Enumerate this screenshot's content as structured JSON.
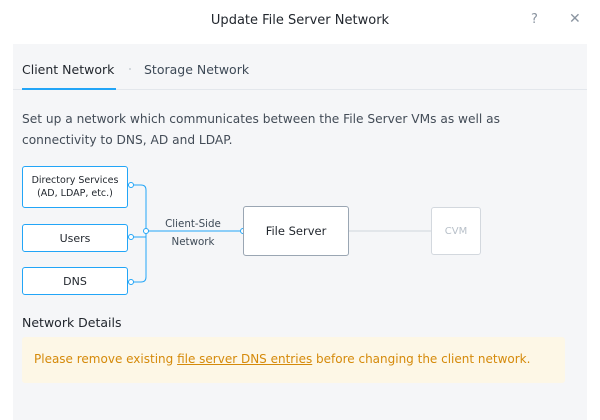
{
  "dialog": {
    "title": "Update File Server Network",
    "help_label": "?",
    "close_label": "✕"
  },
  "tabs": [
    {
      "label": "Client Network",
      "active": true
    },
    {
      "label": "Storage Network",
      "active": false
    }
  ],
  "description": "Set up a network which communicates between the File Server VMs as well as connectivity to DNS, AD and LDAP.",
  "diagram": {
    "services": [
      {
        "line1": "Directory Services",
        "line2": "(AD, LDAP, etc.)"
      },
      {
        "label": "Users"
      },
      {
        "label": "DNS"
      }
    ],
    "network_label_line1": "Client-Side",
    "network_label_line2": "Network",
    "file_server_label": "File Server",
    "cvm_label": "CVM"
  },
  "network_details": {
    "heading": "Network Details",
    "warning_prefix": "Please remove existing ",
    "warning_link": "file server DNS entries",
    "warning_suffix": " before changing the client network."
  },
  "colors": {
    "accent": "#22a5f7",
    "warning_text": "#d58a0a",
    "warning_bg": "#fdf7e6"
  }
}
